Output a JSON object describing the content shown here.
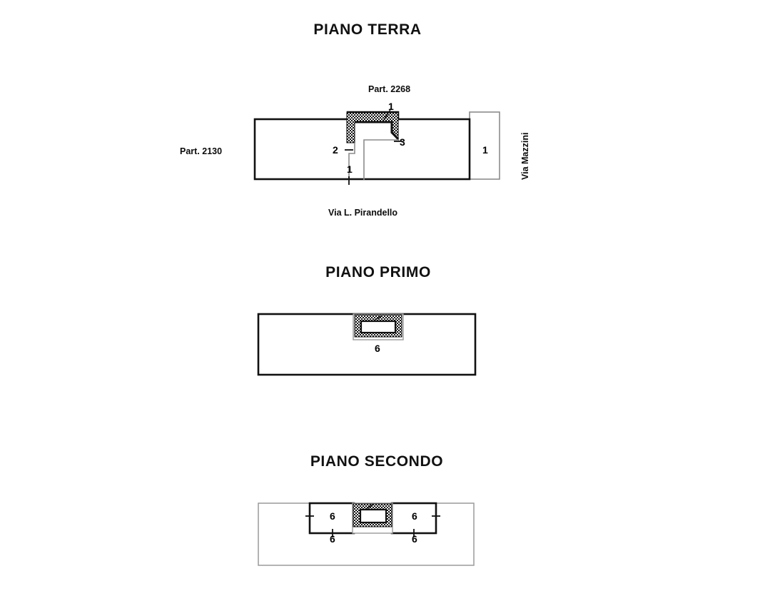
{
  "document": {
    "type": "architectural-floor-plan",
    "background_color": "#ffffff",
    "ink_color": "#000000",
    "light_wall_color": "#8c8c8c"
  },
  "sections": [
    {
      "id": "piano-terra",
      "title": "PIANO TERRA",
      "parcels": [
        {
          "name": "left-parcel",
          "label": "Part. 2130"
        },
        {
          "name": "upper-parcel",
          "label": "Part. 2268"
        }
      ],
      "room_numbers": [
        {
          "value": "1",
          "role": "top-callout"
        },
        {
          "value": "2",
          "role": "left-tick"
        },
        {
          "value": "3",
          "role": "right-tick"
        },
        {
          "value": "1",
          "role": "bottom-tick"
        },
        {
          "value": "1",
          "role": "right-annex"
        }
      ],
      "streets": [
        {
          "label": "Via Mazzini",
          "orientation": "vertical"
        },
        {
          "label": "Via L. Pirandello",
          "orientation": "horizontal"
        }
      ]
    },
    {
      "id": "piano-primo",
      "title": "PIANO PRIMO",
      "room_numbers": [
        {
          "value": "6",
          "role": "stairwell-below"
        }
      ]
    },
    {
      "id": "piano-secondo",
      "title": "PIANO SECONDO",
      "room_numbers": [
        {
          "value": "6",
          "role": "left-room"
        },
        {
          "value": "6",
          "role": "right-room"
        },
        {
          "value": "6",
          "role": "left-below"
        },
        {
          "value": "6",
          "role": "right-below"
        }
      ]
    }
  ]
}
